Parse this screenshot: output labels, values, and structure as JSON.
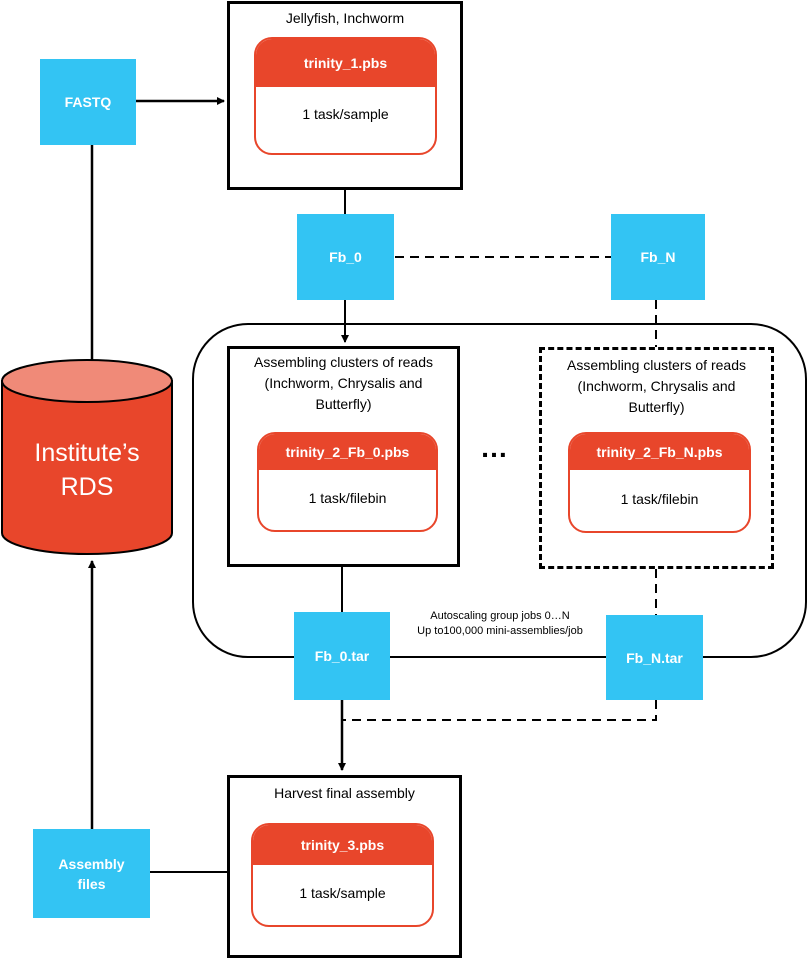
{
  "colors": {
    "job_red": "#e8462b",
    "file_blue": "#33c4f3",
    "db_red": "#e8462b",
    "db_top": "#f08a78"
  },
  "storage": {
    "label": "Institute’s RDS"
  },
  "inputs": {
    "fastq": "FASTQ",
    "assembly_files": "Assembly files"
  },
  "stage1": {
    "title": "Jellyfish, Inchworm",
    "job": "trinity_1.pbs",
    "tasks": "1 task/sample"
  },
  "filebins": {
    "first": "Fb_0",
    "last": "Fb_N"
  },
  "stage2": {
    "title": "Assembling clusters of reads (Inchworm, Chrysalis and Butterfly)",
    "job_first": "trinity_2_Fb_0.pbs",
    "job_last": "trinity_2_Fb_N.pbs",
    "tasks": "1 task/filebin",
    "ellipsis": "…",
    "autoscaling_line1": "Autoscaling group jobs 0…N",
    "autoscaling_line2": "Up to100,000 mini-assemblies/job"
  },
  "tarballs": {
    "first": "Fb_0.tar",
    "last": "Fb_N.tar"
  },
  "stage3": {
    "title": "Harvest final assembly",
    "job": "trinity_3.pbs",
    "tasks": "1 task/sample"
  }
}
